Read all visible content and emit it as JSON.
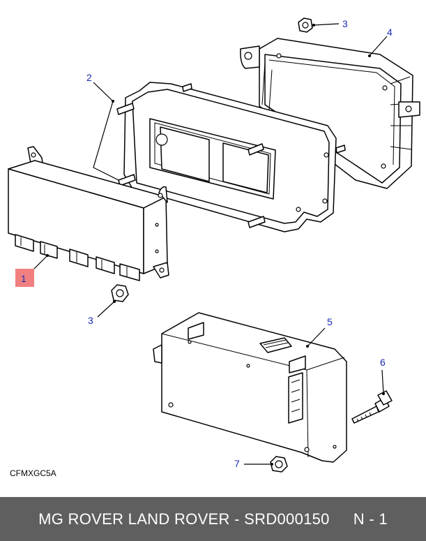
{
  "callouts": {
    "c1": "1",
    "c2": "2",
    "c3a": "3",
    "c3b": "3",
    "c4": "4",
    "c5": "5",
    "c6": "6",
    "c7": "7"
  },
  "colors": {
    "callout_text": "#1a2bb5",
    "highlight": "#f08080",
    "footer_bg": "#5f5f5f"
  },
  "diagram_code": "CFMXGC5A",
  "footer": {
    "title": "MG ROVER LAND ROVER - SRD000150",
    "page": "N - 1"
  }
}
